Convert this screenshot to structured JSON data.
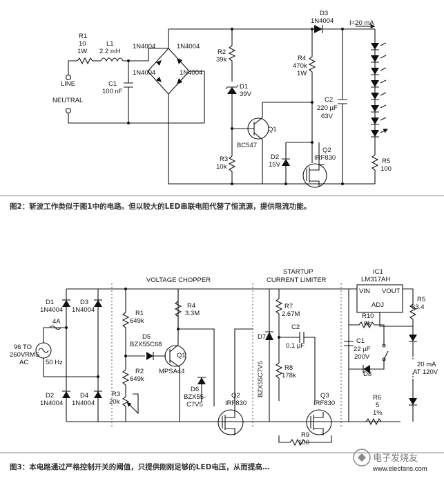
{
  "figure1": {
    "caption": "图2：斩波工作类似于图1中的电路。但以较大的LED串联电阻代替了恒流源，提供限流功能。",
    "labels": {
      "r1": "R1",
      "r1_val1": "10",
      "r1_val2": "1W",
      "l1": "L1",
      "l1_val": "2.2 mH",
      "c1": "C1",
      "c1_val": "100 nF",
      "line": "LINE",
      "neutral": "NEUTRAL",
      "bridge_tl": "1N4004",
      "bridge_tr": "1N4004",
      "bridge_bl": "1N4004",
      "bridge_br": "1N4004",
      "d3": "D3",
      "d3_val": "1N4004",
      "current": "I=20 mA",
      "r2": "R2",
      "r2_val": "39k",
      "d1": "D1",
      "d1_val": "39V",
      "r4": "R4",
      "r4_val1": "470k",
      "r4_val2": "1W",
      "c2": "C2",
      "c2_val1": "220 µF",
      "c2_val2": "63V",
      "q1": "Q1",
      "q1_val": "BC547",
      "r3": "R3",
      "r3_val": "10k",
      "d2": "D2",
      "d2_val": "15V",
      "q2": "Q2",
      "q2_val": "IRF830",
      "r5": "R5",
      "r5_val": "100"
    }
  },
  "figure2": {
    "caption": "图3：本电路通过严格控制开关的阈值，只提供刚刚足够的LED电压，从而提高…",
    "section_chopper": "VOLTAGE CHOPPER",
    "section_startup1": "STARTUP",
    "section_startup2": "CURRENT LIMITER",
    "labels": {
      "d1": "D1",
      "d1_val": "1N4004",
      "d3": "D3",
      "d3_val": "1N4004",
      "d2": "D2",
      "d2_val": "1N4004",
      "d4": "D4",
      "d4_val": "1N4004",
      "fuse": "4A",
      "src1": "96 TO",
      "src2": "260VRMS",
      "src3": "AC",
      "src_hz": "50 Hz",
      "r1": "R1",
      "r1_val": "649k",
      "d5": "D5",
      "d5_val": "BZX55C68",
      "r2": "R2",
      "r2_val": "649k",
      "r3": "R3",
      "r3_val": "20k",
      "r4": "R4",
      "r4_val": "3.3M",
      "q1": "Q1",
      "q1_val": "MPSA44",
      "d6": "D6",
      "d6_val1": "BZX55-",
      "d6_val2": "C7V5",
      "q2": "Q2",
      "q2_val": "IRF830",
      "d7": "D7",
      "d7_val": "BZX55C7V5",
      "r7": "R7",
      "r7_val": "2.67M",
      "c2": "C2",
      "c2_val": "0.1 µF",
      "r8": "R8",
      "r8_val": "178k",
      "q3": "Q3",
      "q3_val": "IRF830",
      "r9": "R9",
      "r9_val": "100",
      "ic1": "IC1",
      "ic1_val": "LM317AH",
      "vin": "VIN",
      "vout": "VOUT",
      "adj": "ADJ",
      "r5": "R5",
      "r5_val": "63.4",
      "r10": "R10",
      "r10_val": "6k",
      "c1": "C1",
      "c1_val1": "22 µF",
      "c1_val2": "200V",
      "d8": "D8",
      "r6": "R6",
      "r6_val1": "5",
      "r6_val2": "1%",
      "led_current1": "20 mA",
      "led_current2": "AT 120V"
    }
  },
  "watermark": "电子发烧友",
  "watermark_url": "www.elecfans.com"
}
